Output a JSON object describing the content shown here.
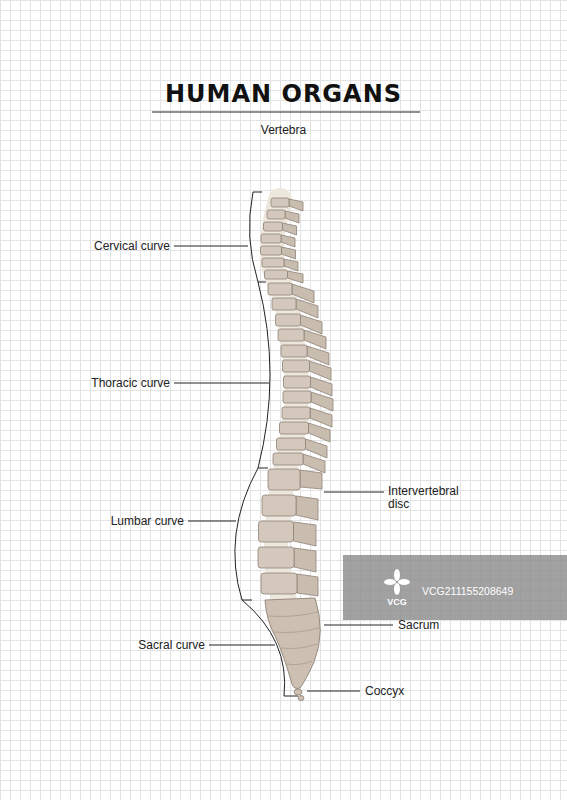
{
  "diagram": {
    "title": "HUMAN ORGANS",
    "labels": [
      "Vertebra",
      "Cervical curve",
      "Thoracic curve",
      "Lumbar curve",
      "Sacral curve",
      "Intervertebral disc",
      "Sacrum",
      "Coccyx",
      "VCG",
      "VCG211155208649"
    ]
  }
}
